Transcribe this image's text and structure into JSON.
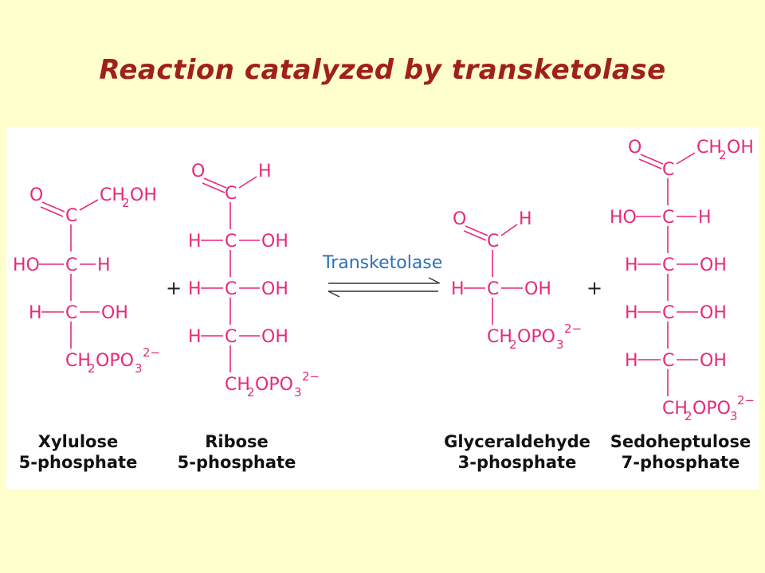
{
  "title": "Reaction catalyzed by transketolase",
  "colors": {
    "background": "#FFFFCC",
    "title": "#A0201C",
    "structure": "#E52A7A",
    "enzyme": "#2E6FB7",
    "text": "#111111"
  },
  "reaction": {
    "enzyme": "Transketolase",
    "plus": "+",
    "reactants": [
      {
        "name_line1": "Xylulose",
        "name_line2": "5-phosphate"
      },
      {
        "name_line1": "Ribose",
        "name_line2": "5-phosphate"
      }
    ],
    "products": [
      {
        "name_line1": "Glyceraldehyde",
        "name_line2": "3-phosphate"
      },
      {
        "name_line1": "Sedoheptulose",
        "name_line2": "7-phosphate"
      }
    ]
  },
  "atoms": {
    "O": "O",
    "C": "C",
    "H": "H",
    "HO": "HO",
    "OH": "OH",
    "CH": "CH",
    "two": "2",
    "OPO": "OPO",
    "three": "3",
    "charge": "2−"
  }
}
